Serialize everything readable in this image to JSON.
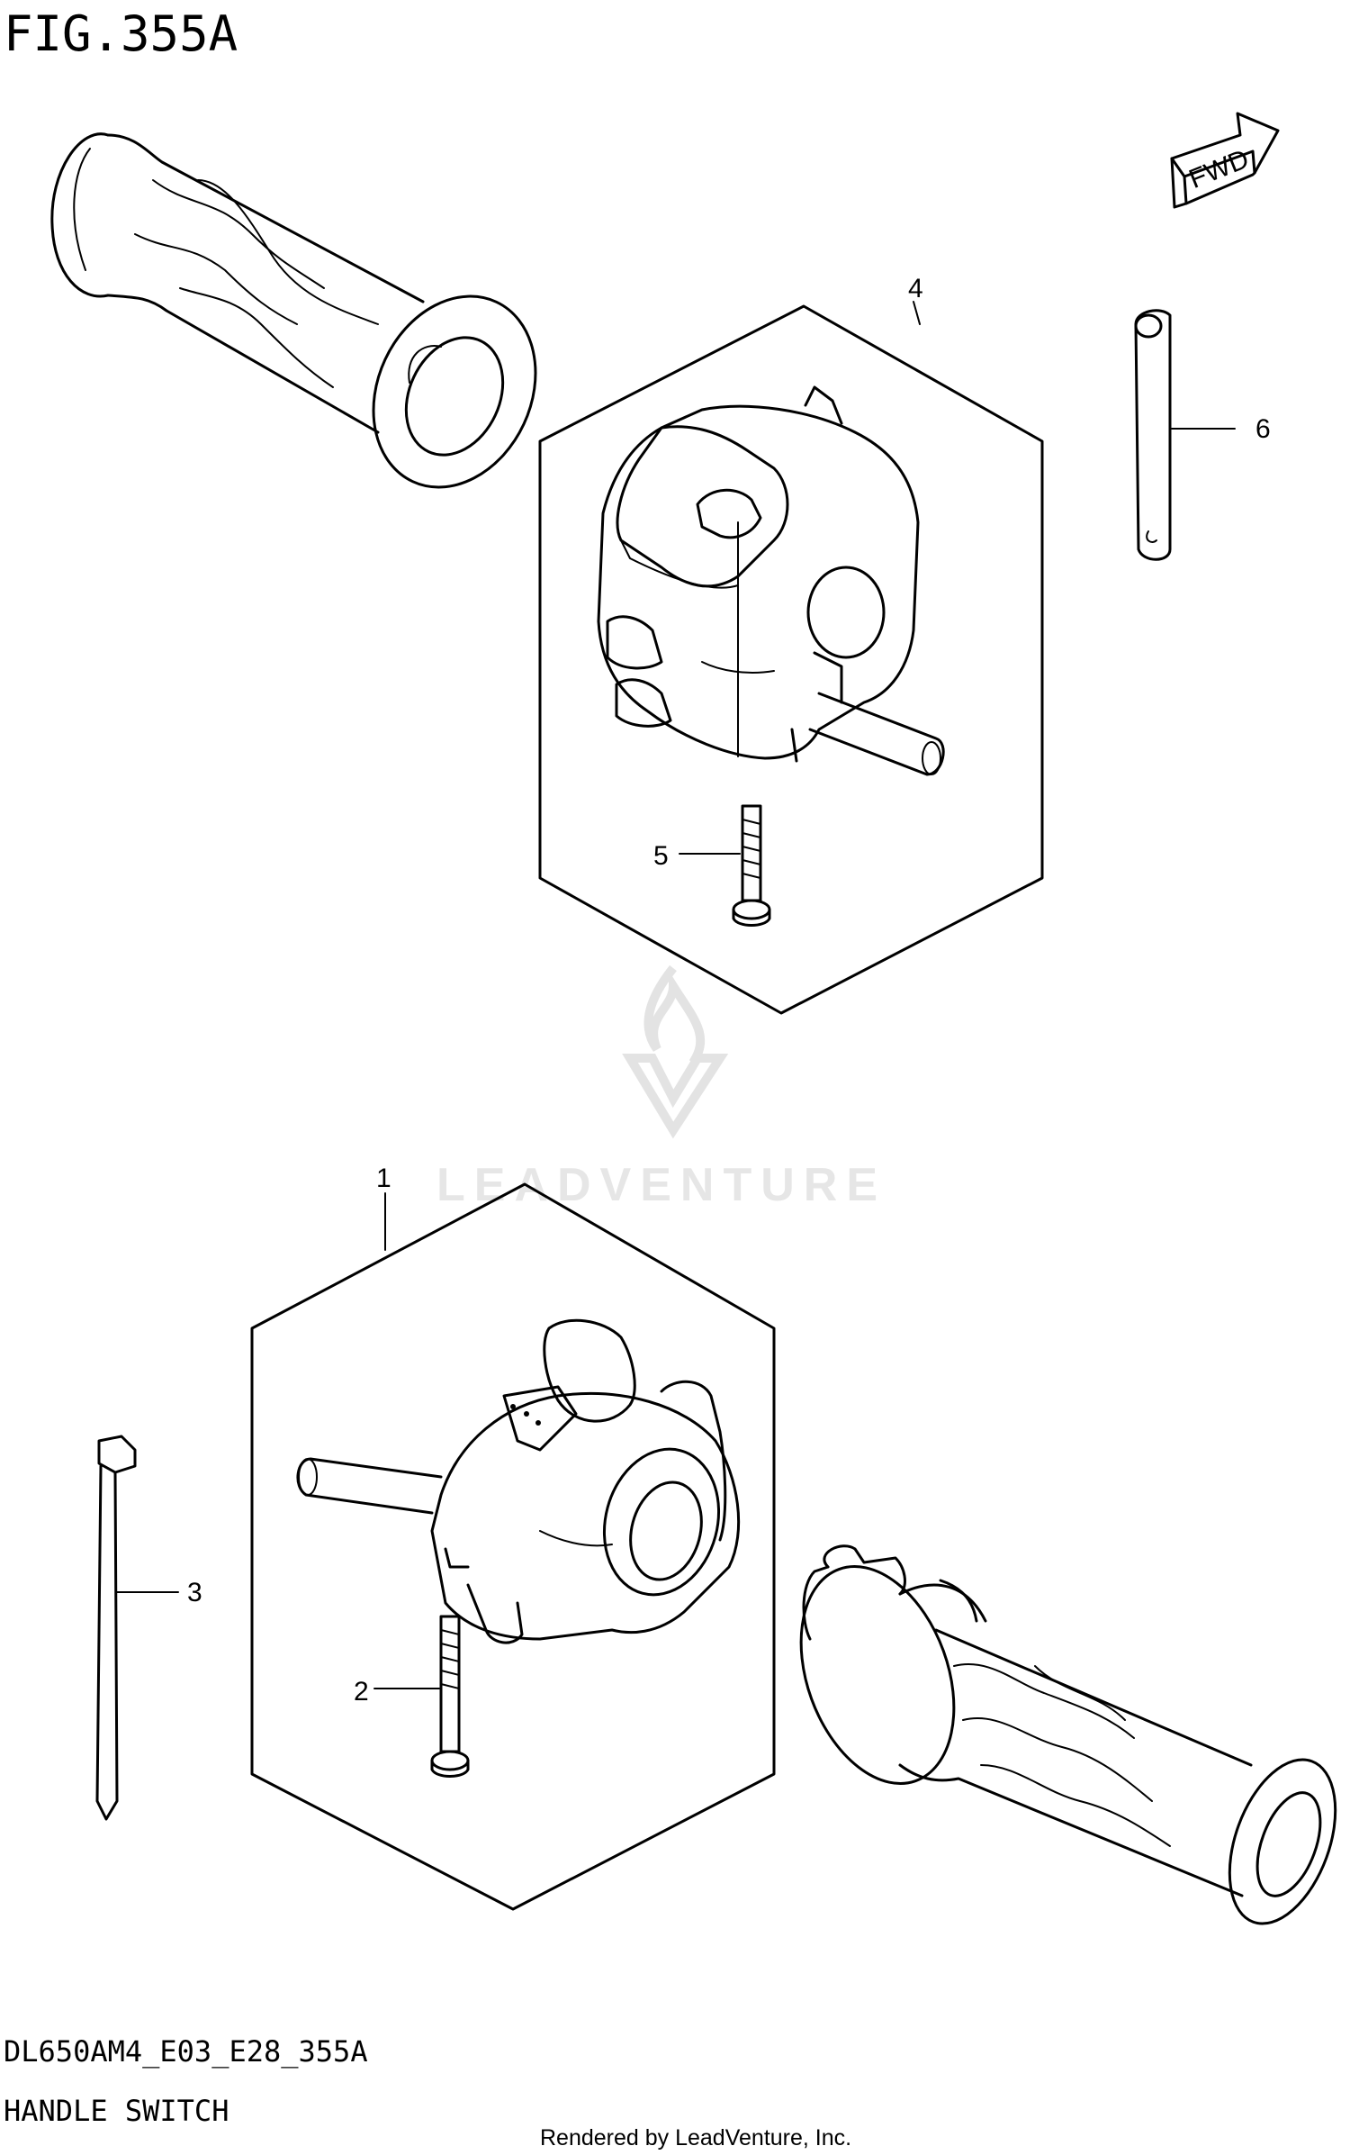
{
  "figure": {
    "title": "FIG.355A",
    "model_code": "DL650AM4_E03_E28_355A",
    "section_name": "HANDLE SWITCH",
    "render_credit": "Rendered by LeadVenture, Inc.",
    "watermark_text": "LEADVENTURE",
    "direction_label": "FWD"
  },
  "callouts": [
    {
      "number": "1",
      "part": "handle switch assembly (left)"
    },
    {
      "number": "2",
      "part": "screw"
    },
    {
      "number": "3",
      "part": "cable tie"
    },
    {
      "number": "4",
      "part": "handle switch assembly (right)"
    },
    {
      "number": "5",
      "part": "screw"
    },
    {
      "number": "6",
      "part": "clamp"
    }
  ],
  "colors": {
    "ink": "#000000",
    "background": "#ffffff",
    "watermark": "#e3e3e3"
  }
}
